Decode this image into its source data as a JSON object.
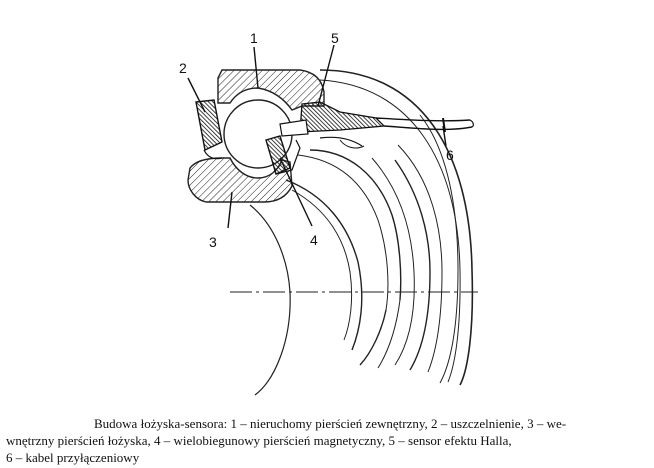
{
  "labels": {
    "n1": "1",
    "n2": "2",
    "n3": "3",
    "n4": "4",
    "n5": "5",
    "n6": "6"
  },
  "caption": {
    "line1": "Budowa łożyska-sensora: 1 – nieruchomy pierścień zewnętrzny, 2 – uszczelnienie, 3 – we-",
    "line2": "wnętrzny pierścień łożyska, 4 – wielobiegunowy pierścień magnetyczny,  5 – sensor efektu Halla,",
    "line3": "6 – kabel przyłączeniowy"
  }
}
